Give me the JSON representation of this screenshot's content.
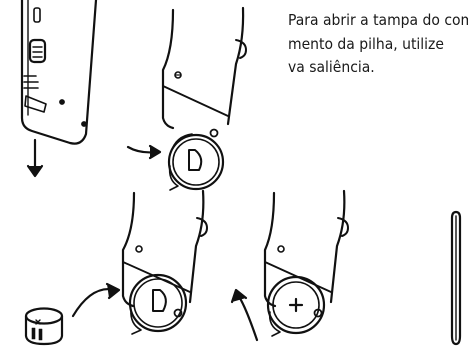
{
  "instruction": {
    "lines": [
      "Para abrir a tampa do compartimento",
      "mento da pilha, utilize",
      "va saliência."
    ]
  },
  "battery": {
    "mark": "×"
  },
  "icons": [
    "device-slide-down-illustration",
    "device-open-cover-illustration",
    "insert-battery-illustration",
    "close-cover-illustration",
    "down-arrow-icon",
    "curved-arrow-icon",
    "tool-pin-illustration"
  ],
  "colors": {
    "ink": "#111111",
    "background": "#ffffff"
  }
}
